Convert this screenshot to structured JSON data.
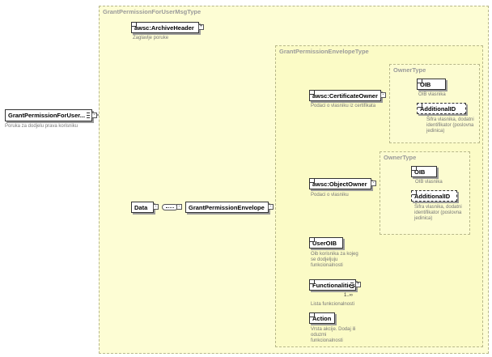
{
  "root": {
    "name": "GrantPermissionForUser...",
    "doc": "Poruka za dodjelu prava korisniku"
  },
  "outer_type": {
    "title": "GrantPermissionForUserMsgType"
  },
  "archive_header": {
    "name": "awsc:ArchiveHeader",
    "doc": "Zaglavlje poruke"
  },
  "data": {
    "name": "Data"
  },
  "envelope": {
    "name": "GrantPermissionEnvelope"
  },
  "envelope_type": {
    "title": "GrantPermissionEnvelopeType"
  },
  "cert_owner": {
    "name": "awsc:CertificateOwner",
    "doc": "Podaci o vlasniku iz certifikata"
  },
  "object_owner": {
    "name": "awsc:ObjectOwner",
    "doc": "Podaci o vlasniku"
  },
  "owner_type_1": {
    "title": "OwnerType",
    "oib": "OIB",
    "oib_doc": "OIB vlasnika",
    "addid": "AdditionalID",
    "addid_doc": "Šifra vlasnika, dodatni identifikator (poslovna jedinica)"
  },
  "owner_type_2": {
    "title": "OwnerType",
    "oib": "OIB",
    "oib_doc": "OIB vlasnika",
    "addid": "AdditionalID",
    "addid_doc": "Šifra vlasnika, dodatni identifikator (poslovna jedinica)"
  },
  "user_oib": {
    "name": "UserOIB",
    "doc": "Oib korisnika za kojeg se dodjeljuju funkcionalnosti"
  },
  "functionalities": {
    "name": "Functionalities",
    "card": "1..∞",
    "doc": "Lista funkcionalnosti"
  },
  "action": {
    "name": "Action",
    "doc": "Vrsta akcije. Dodaj ili oduzmi funkcionalnosti"
  }
}
